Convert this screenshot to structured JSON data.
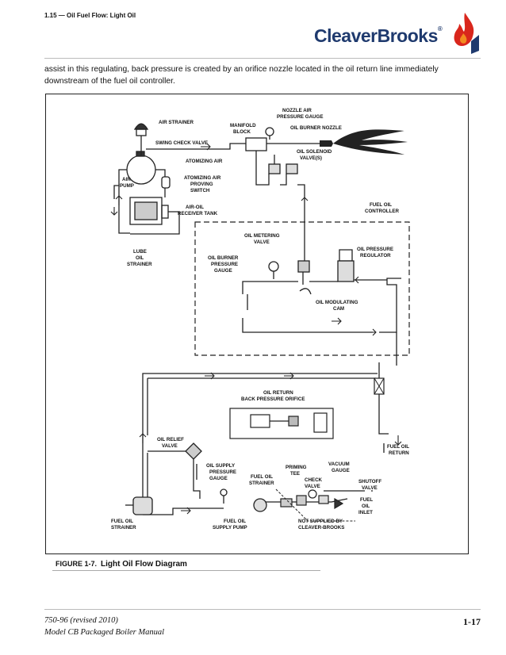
{
  "header": {
    "section_title": "1.15 — Oil Fuel Flow: Light Oil",
    "logo_text": "CleaverBrooks"
  },
  "body": {
    "paragraph": "assist in this regulating, back pressure is created by an orifice nozzle located in the oil return line immediately downstream of the fuel oil controller."
  },
  "figure": {
    "caption_number": "FIGURE 1-7.",
    "caption_title": "Light Oil Flow Diagram",
    "labels": {
      "air_strainer": "AIR STRAINER",
      "manifold_block": [
        "MANIFOLD",
        "BLOCK"
      ],
      "nozzle_air_gauge": [
        "NOZZLE AIR",
        "PRESSURE GAUGE"
      ],
      "oil_burner_nozzle": "OIL BURNER NOZZLE",
      "swing_check_valve": "SWING CHECK VALVE",
      "atomizing_air": "ATOMIZING AIR",
      "oil_solenoid_valves": [
        "OIL SOLENOID",
        "VALVE(S)"
      ],
      "air_pump": [
        "AIR",
        "PUMP"
      ],
      "atomizing_air_switch": [
        "ATOMIZING AIR",
        "PROVING",
        "SWITCH"
      ],
      "air_oil_receiver": [
        "AIR-OIL",
        "RECEIVER TANK"
      ],
      "fuel_oil_controller": [
        "FUEL OIL",
        "CONTROLLER"
      ],
      "lube_oil_strainer": [
        "LUBE",
        "OIL",
        "STRAINER"
      ],
      "oil_metering_valve": [
        "OIL METERING",
        "VALVE"
      ],
      "oil_pressure_regulator": [
        "OIL PRESSURE",
        "REGULATOR"
      ],
      "oil_burner_pressure_gauge": [
        "OIL BURNER",
        "PRESSURE",
        "GAUGE"
      ],
      "oil_modulating_cam": [
        "OIL MODULATING",
        "CAM"
      ],
      "oil_return_orifice": [
        "OIL RETURN",
        "BACK PRESSURE ORIFICE"
      ],
      "oil_relief_valve": [
        "OIL RELIEF",
        "VALVE"
      ],
      "fuel_oil_return": [
        "FUEL OIL",
        "RETURN"
      ],
      "oil_supply_gauge": [
        "OIL SUPPLY",
        "PRESSURE",
        "GAUGE"
      ],
      "priming_tee": [
        "PRIMING",
        "TEE"
      ],
      "vacuum_gauge": [
        "VACUUM",
        "GAUGE"
      ],
      "fuel_oil_strainer_mid": [
        "FUEL OIL",
        "STRAINER"
      ],
      "check_valve": [
        "CHECK",
        "VALVE"
      ],
      "shutoff_valve": [
        "SHUTOFF",
        "VALVE"
      ],
      "fuel_oil_inlet": [
        "FUEL",
        "OIL",
        "INLET"
      ],
      "fuel_oil_strainer_left": [
        "FUEL OIL",
        "STRAINER"
      ],
      "fuel_oil_supply_pump": [
        "FUEL OIL",
        "SUPPLY PUMP"
      ],
      "not_supplied": [
        "NOT SUPPLIED BY",
        "CLEAVER-BROOKS"
      ]
    }
  },
  "footer": {
    "doc_number": "750-96 (revised 2010)",
    "manual_title": "Model CB Packaged Boiler Manual",
    "page_number": "1-17"
  }
}
